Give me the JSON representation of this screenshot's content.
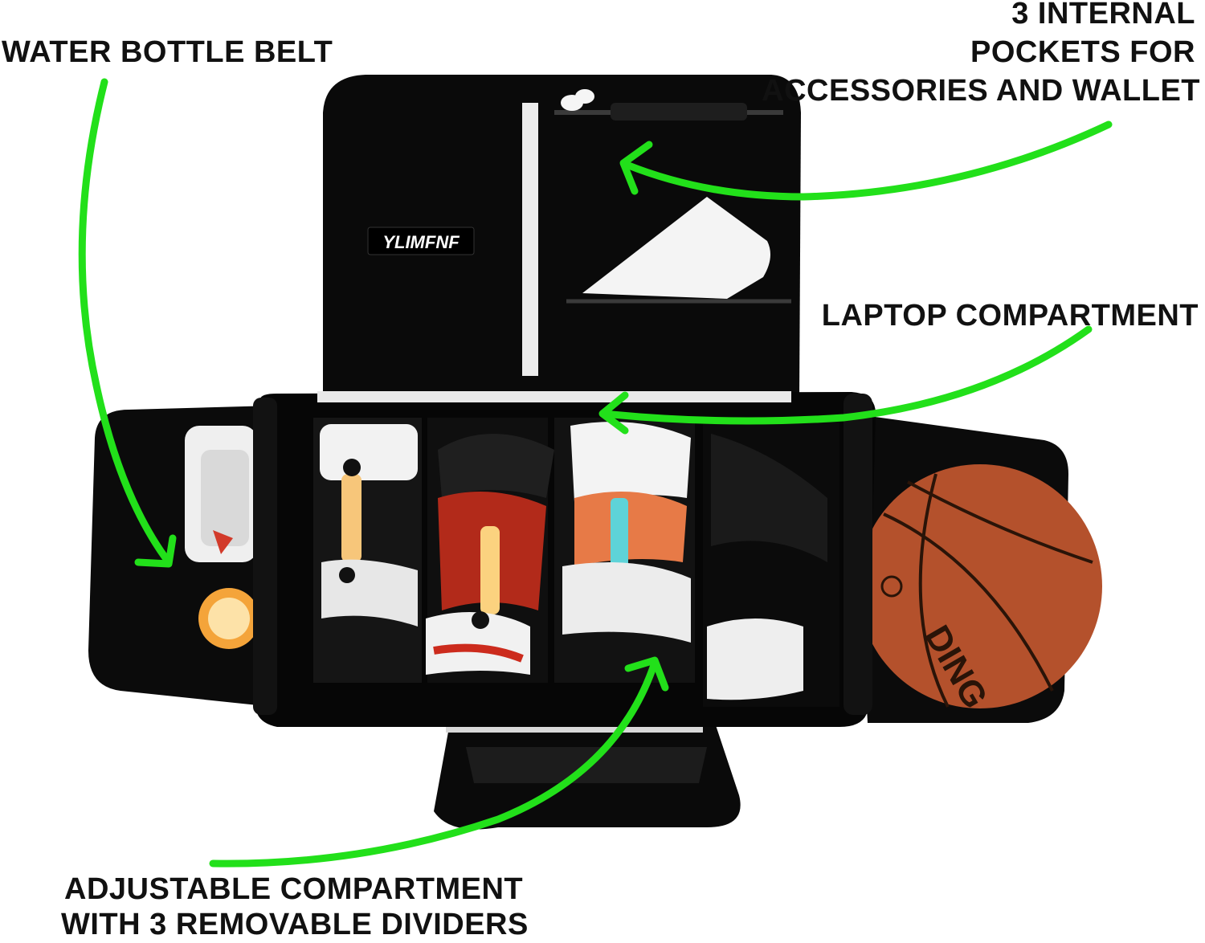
{
  "callouts": {
    "water_bottle_belt": "WATER BOTTLE BELT",
    "internal_pockets_line1": "3 INTERNAL",
    "internal_pockets_line2": "POCKETS FOR",
    "internal_pockets_line3": "ACCESSORIES AND WALLET",
    "laptop_compartment": "LAPTOP COMPARTMENT",
    "adjustable_line1": "ADJUSTABLE COMPARTMENT",
    "adjustable_line2": "WITH 3 REMOVABLE DIVIDERS"
  },
  "product": {
    "brand_tag": "YLIMFNF",
    "ball_print": "DING"
  },
  "colors": {
    "arrow": "#22e01a",
    "bag": "#0a0a0a",
    "ball": "#b4512c",
    "text": "#111111"
  }
}
